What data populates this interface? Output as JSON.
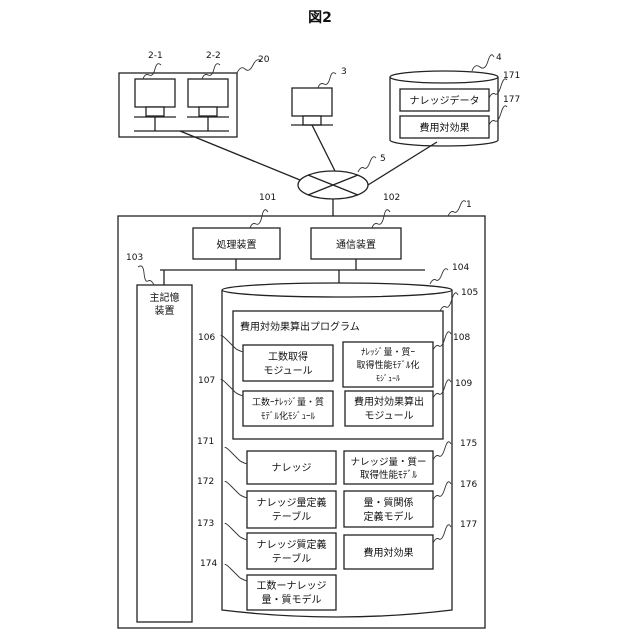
{
  "figure": {
    "title": "図2"
  },
  "terminals_group": {
    "ref": "20",
    "terminals": [
      {
        "ref": "2-1"
      },
      {
        "ref": "2-2"
      }
    ]
  },
  "terminal_3": {
    "ref": "3"
  },
  "database_4": {
    "ref": "4",
    "items": [
      {
        "ref": "171",
        "label": "ナレッジデータ"
      },
      {
        "ref": "177",
        "label": "費用対効果"
      }
    ]
  },
  "network": {
    "ref": "5"
  },
  "computer": {
    "ref": "1",
    "processor": {
      "ref": "101",
      "label": "処理装置"
    },
    "comm": {
      "ref": "102",
      "label": "通信装置"
    },
    "main_memory": {
      "ref": "103",
      "label_l1": "主記憶",
      "label_l2": "装置"
    },
    "storage": {
      "ref": "104",
      "program": {
        "ref": "105",
        "label": "費用対効果算出プログラム",
        "modules": [
          {
            "ref": "106",
            "l1": "工数取得",
            "l2": "モジュール"
          },
          {
            "ref": "108",
            "l1": "ﾅﾚｯｼﾞ量・質ｰ",
            "l2": "取得性能ﾓﾃﾞﾙ化",
            "l3": "ﾓｼﾞｭｰﾙ"
          },
          {
            "ref": "107",
            "l1": "工数ｰﾅﾚｯｼﾞ量・質",
            "l2": "ﾓﾃﾞﾙ化ﾓｼﾞｭｰﾙ"
          },
          {
            "ref": "109",
            "l1": "費用対効果算出",
            "l2": "モジュール"
          }
        ]
      },
      "data": [
        {
          "ref": "171",
          "l1": "ナレッジ"
        },
        {
          "ref": "175",
          "l1": "ナレッジ量・質ー",
          "l2": "取得性能ﾓﾃﾞﾙ"
        },
        {
          "ref": "172",
          "l1": "ナレッジ量定義",
          "l2": "テーブル"
        },
        {
          "ref": "176",
          "l1": "量・質関係",
          "l2": "定義モデル"
        },
        {
          "ref": "173",
          "l1": "ナレッジ質定義",
          "l2": "テーブル"
        },
        {
          "ref": "177",
          "l1": "費用対効果"
        },
        {
          "ref": "174",
          "l1": "工数ーナレッジ",
          "l2": "量・質モデル"
        }
      ]
    }
  }
}
